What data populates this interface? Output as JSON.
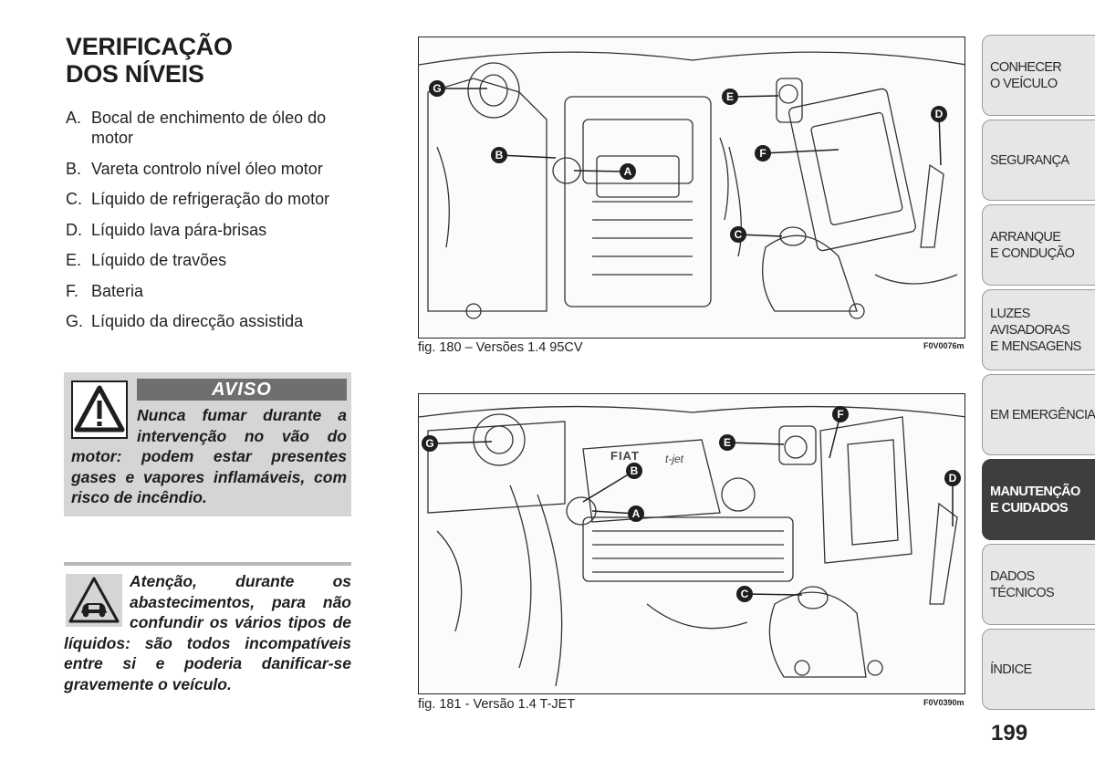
{
  "title": [
    "VERIFICAÇÃO",
    "DOS NÍVEIS"
  ],
  "items": [
    {
      "letter": "A.",
      "text": "Bocal de enchimento de óleo do motor"
    },
    {
      "letter": "B.",
      "text": "Vareta controlo nível óleo motor"
    },
    {
      "letter": "C.",
      "text": "Líquido de refrigeração do motor"
    },
    {
      "letter": "D.",
      "text": "Líquido lava pára-brisas"
    },
    {
      "letter": "E.",
      "text": "Líquido de travões"
    },
    {
      "letter": "F.",
      "text": "Bateria"
    },
    {
      "letter": "G.",
      "text": "Líquido da direcção assistida"
    }
  ],
  "aviso": {
    "heading": "AVISO",
    "text": "Nunca fumar durante a intervenção no vão do motor: podem estar presentes gases e vapores inflamáveis, com risco de incêndio."
  },
  "atencao": {
    "text": "Atenção, durante os abastecimentos, para não confundir os vários tipos de líquidos: são todos incompatíveis entre si e poderia danificar-se gravemente o veículo."
  },
  "figures": [
    {
      "caption": "fig. 180 – Versões 1.4 95CV",
      "code": "F0V0076m",
      "labels": [
        "A",
        "B",
        "C",
        "D",
        "E",
        "F",
        "G"
      ]
    },
    {
      "caption": "fig. 181 - Versão 1.4 T-JET",
      "code": "F0V0390m",
      "labels": [
        "A",
        "B",
        "C",
        "D",
        "E",
        "F",
        "G"
      ],
      "engine_text": [
        "FIAT",
        "t-jet"
      ]
    }
  ],
  "tabs": [
    "CONHECER\nO VEÍCULO",
    "SEGURANÇA",
    "ARRANQUE\nE CONDUÇÃO",
    "LUZES AVISADORAS\nE MENSAGENS",
    "EM EMERGÊNCIA",
    "MANUTENÇÃO\nE CUIDADOS",
    "DADOS TÉCNICOS",
    "ÍNDICE"
  ],
  "active_tab": 5,
  "page_number": "199",
  "colors": {
    "aviso_bg": "#d5d5d5",
    "aviso_head_bg": "#6f6f6f",
    "active_tab_bg": "#3e3e3e",
    "tab_bg": "#e6e6e6"
  },
  "icons": {
    "aviso": "warning-triangle-icon",
    "atencao": "car-warning-icon"
  }
}
